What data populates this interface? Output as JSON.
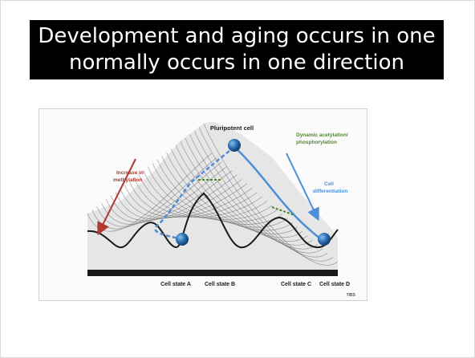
{
  "slide": {
    "title_line1": "Development and aging occurs in one",
    "title_line2": "normally occurs in one direction"
  },
  "figure": {
    "pluripotent_label": "Pluripotent cell",
    "acetylation_label_1": "Dynamic acetylation/",
    "acetylation_label_2": "phosphorylation",
    "methylation_label_1": "Increase in",
    "methylation_label_2": "methylation",
    "differentiation_label_1": "Cell",
    "differentiation_label_2": "differentiation",
    "cell_states": [
      "Cell state A",
      "Cell state B",
      "Cell state C",
      "Cell state D"
    ],
    "corner_mark": "TIBS",
    "colors": {
      "methylation": "#b03a2e",
      "differentiation": "#4a8fd8",
      "acetylation": "#4e8a2a",
      "cell_ball": "#2b6fb3"
    }
  }
}
